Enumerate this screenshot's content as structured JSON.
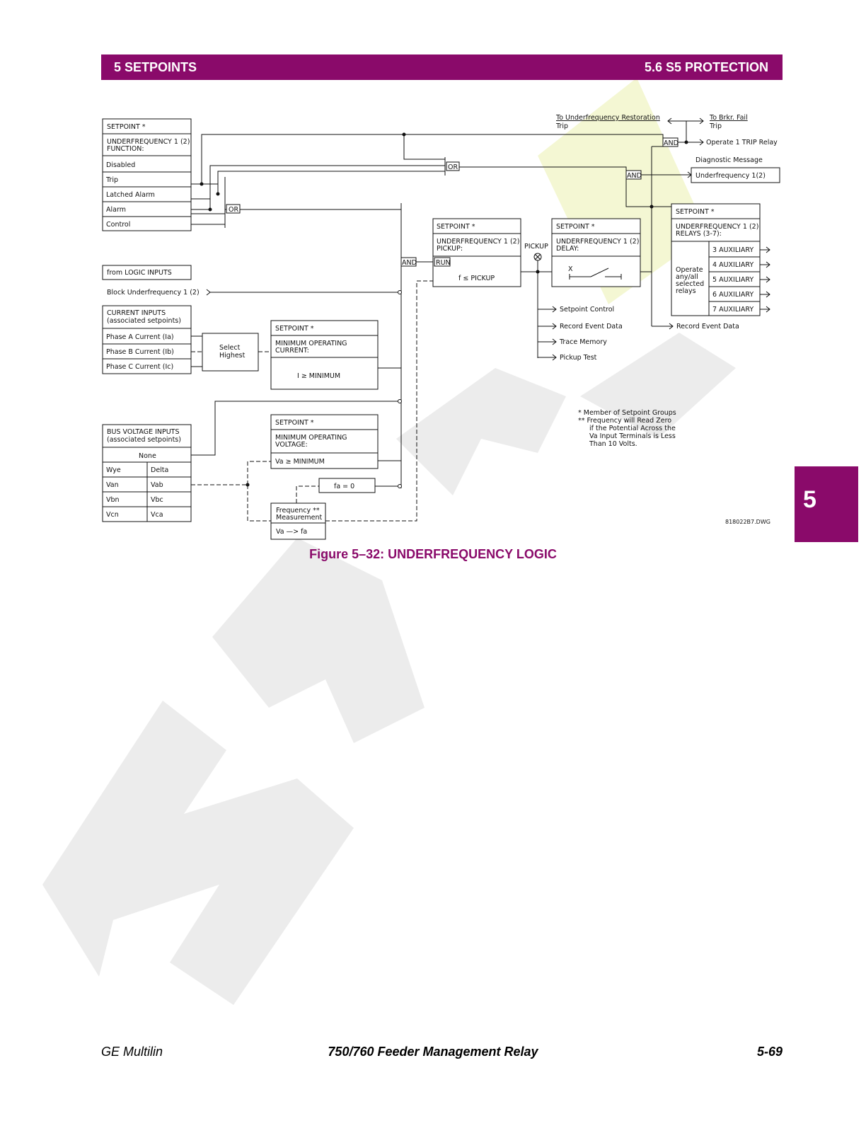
{
  "header": {
    "left": "5 SETPOINTS",
    "right": "5.6 S5 PROTECTION"
  },
  "side_tab": "5",
  "diagram": {
    "sp_main": {
      "title": "SETPOINT *",
      "name_l1": "UNDERFREQUENCY 1 (2)",
      "name_l2": "FUNCTION:",
      "options": [
        "Disabled",
        "Trip",
        "Latched Alarm",
        "Alarm",
        "Control"
      ]
    },
    "logic_inputs": "from LOGIC INPUTS",
    "block": "Block Underfrequency 1 (2)",
    "current_inputs": {
      "l1": "CURRENT INPUTS",
      "l2": "(associated setpoints)",
      "phases": [
        "Phase A Current (Ia)",
        "Phase B Current (Ib)",
        "Phase C Current (Ic)"
      ]
    },
    "select_highest": {
      "l1": "Select",
      "l2": "Highest"
    },
    "sp_min_current": {
      "title": "SETPOINT *",
      "l1": "MINIMUM OPERATING",
      "l2": "CURRENT:",
      "cond": "I ≥ MINIMUM"
    },
    "bus_voltage": {
      "l1": "BUS VOLTAGE INPUTS",
      "l2": "(associated setpoints)",
      "none": "None",
      "wye": [
        "Wye",
        "Van",
        "Vbn",
        "Vcn"
      ],
      "delta": [
        "Delta",
        "Vab",
        "Vbc",
        "Vca"
      ]
    },
    "sp_min_voltage": {
      "title": "SETPOINT *",
      "l1": "MINIMUM OPERATING",
      "l2": "VOLTAGE:",
      "cond": "Va ≥ MINIMUM"
    },
    "fa_zero": "fa = 0",
    "freq_meas": {
      "l1": "Frequency **",
      "l2": "Measurement",
      "l3": "Va —> fa"
    },
    "sp_pickup": {
      "title": "SETPOINT *",
      "l1": "UNDERFREQUENCY 1 (2)",
      "l2": "PICKUP:",
      "run": "RUN",
      "cond": "f ≤ PICKUP"
    },
    "pickup_label": "PICKUP",
    "sp_delay": {
      "title": "SETPOINT *",
      "l1": "UNDERFREQUENCY 1 (2)",
      "l2": "DELAY:",
      "x": "X"
    },
    "sp_relays": {
      "title": "SETPOINT *",
      "l1": "UNDERFREQUENCY 1 (2)",
      "l2": "RELAYS (3-7):",
      "op_l1": "Operate",
      "op_l2": "any/all",
      "op_l3": "selected",
      "op_l4": "relays",
      "relays": [
        "3 AUXILIARY",
        "4 AUXILIARY",
        "5 AUXILIARY",
        "6 AUXILIARY",
        "7 AUXILIARY"
      ]
    },
    "gates": {
      "or": "OR",
      "and": "AND"
    },
    "outputs": {
      "restoration_l1": "To Underfrequency Restoration",
      "restoration_l2": "Trip",
      "brkr_l1": "To Brkr. Fail",
      "brkr_l2": "Trip",
      "trip_relay": "Operate 1 TRIP Relay",
      "diag": "Diagnostic Message",
      "diag_box": "Underfrequency 1(2)",
      "record_event": "Record Event Data"
    },
    "pickup_outputs": [
      "Setpoint Control",
      "Record Event Data",
      "Trace Memory",
      "Pickup Test"
    ],
    "notes": [
      "* Member of Setpoint Groups",
      "** Frequency will Read Zero",
      "if the Potential Across the",
      "Va Input Terminals is Less",
      "Than 10 Volts."
    ],
    "drawing_no": "818022B7.DWG"
  },
  "caption": "Figure 5–32: UNDERFREQUENCY LOGIC",
  "footer": {
    "left": "GE Multilin",
    "center": "750/760 Feeder Management Relay",
    "right": "5-69"
  }
}
